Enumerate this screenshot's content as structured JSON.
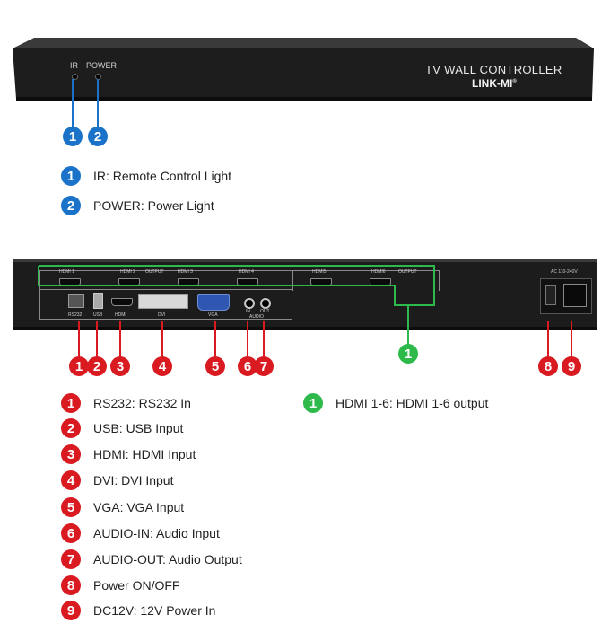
{
  "front_panel": {
    "ir_label": "IR",
    "power_label": "POWER",
    "title": "TV WALL CONTROLLER",
    "brand": "LINK-MI",
    "brand_mark": "®"
  },
  "front_legend": [
    {
      "num": "1",
      "text": "IR: Remote Control Light"
    },
    {
      "num": "2",
      "text": "POWER: Power Light"
    }
  ],
  "rear_panel": {
    "hdmi1": "HDMI 1",
    "hdmi2": "HDMI 2",
    "output1": "OUTPUT",
    "hdmi3": "HDMI 3",
    "hdmi4": "HDMI 4",
    "hdmi5": "HDMI5",
    "hdmi6": "HDMI6",
    "output2": "OUTPUT",
    "rs232": "RS232",
    "usb": "USB",
    "hdmi_in": "HDMI",
    "dvi": "DVI",
    "vga": "VGA",
    "in": "IN",
    "out": "OUT",
    "audio": "AUDIO",
    "ac": "AC 110-240V"
  },
  "callout_numbers": [
    "1",
    "2",
    "3",
    "4",
    "5",
    "6",
    "7",
    "8",
    "9"
  ],
  "green_callout": "1",
  "rear_legend": [
    {
      "num": "1",
      "text": "RS232: RS232 In"
    },
    {
      "num": "2",
      "text": "USB: USB Input"
    },
    {
      "num": "3",
      "text": "HDMI: HDMI Input"
    },
    {
      "num": "4",
      "text": "DVI: DVI Input"
    },
    {
      "num": "5",
      "text": "VGA: VGA Input"
    },
    {
      "num": "6",
      "text": "AUDIO-IN: Audio Input"
    },
    {
      "num": "7",
      "text": "AUDIO-OUT: Audio Output"
    },
    {
      "num": "8",
      "text": "Power ON/OFF"
    },
    {
      "num": "9",
      "text": "DC12V: 12V Power In"
    }
  ],
  "green_legend": {
    "num": "1",
    "text": "HDMI 1-6: HDMI 1-6 output"
  },
  "colors": {
    "blue": "#1a73c9",
    "red": "#d91a21",
    "green": "#2dba4a",
    "panel": "#1c1c1c"
  }
}
